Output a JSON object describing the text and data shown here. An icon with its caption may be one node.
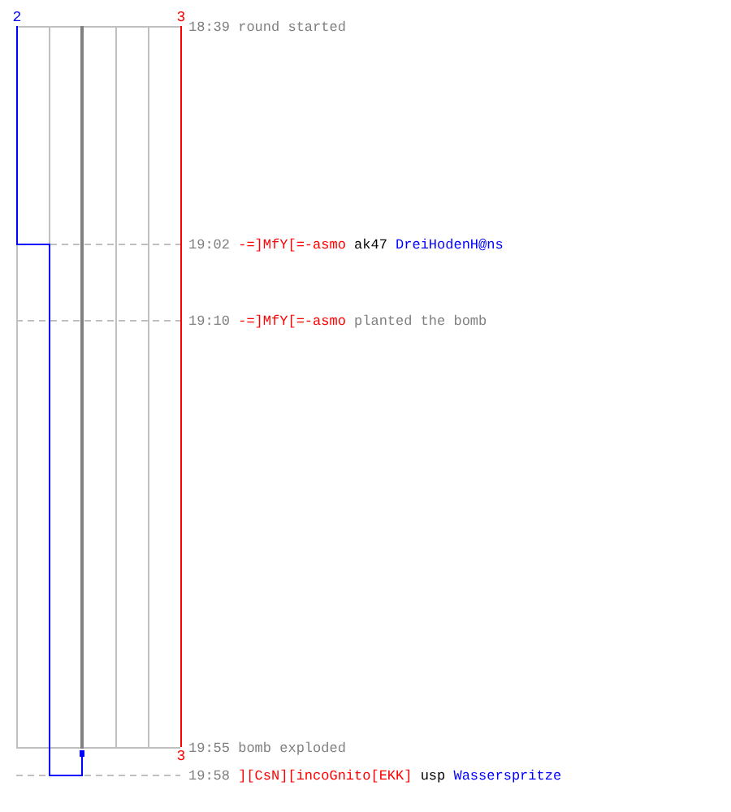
{
  "diagram": {
    "labels": [
      "2",
      "3",
      "18:39",
      "round started",
      "19:02",
      "-=]MfY[=-asmo",
      "ak47",
      "DreiHodenH@ns",
      "19:10",
      "-=]MfY[=-asmo",
      "planted the bomb",
      "19:55",
      "bomb exploded",
      "3",
      "19:58",
      "][CsN][incoGnito[EKK]",
      "usp",
      "Wasserspritze"
    ]
  }
}
